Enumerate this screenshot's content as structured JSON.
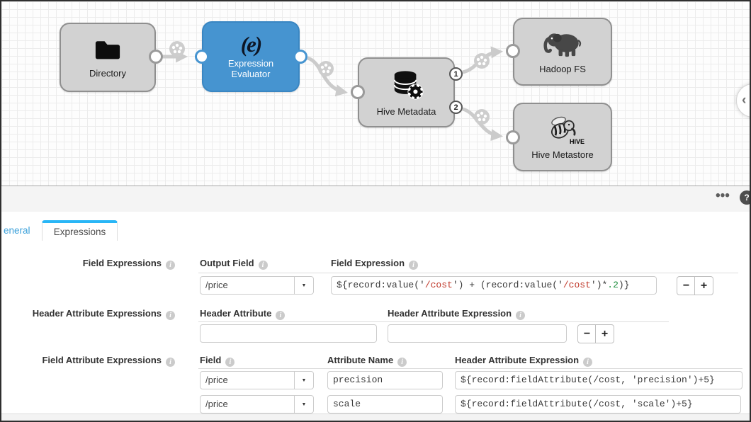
{
  "canvas": {
    "collapse_glyph": "‹",
    "nodes": [
      {
        "id": "directory",
        "label": "Directory"
      },
      {
        "id": "expression-evaluator",
        "label_line1": "Expression",
        "label_line2": "Evaluator",
        "label": "Expression Evaluator",
        "logo": "(e)",
        "selected": true
      },
      {
        "id": "hive-metadata",
        "label": "Hive Metadata"
      },
      {
        "id": "hadoop-fs",
        "label": "Hadoop FS"
      },
      {
        "id": "hive-metastore",
        "label": "Hive Metastore",
        "icon_text": "HIVE"
      }
    ],
    "output_port_labels": [
      "1",
      "2"
    ],
    "colors": {
      "selected_node": "#4694d0",
      "node_fill": "#d2d2d2",
      "link": "#cbcbcb"
    }
  },
  "toolbar": {
    "more_glyph": "•••",
    "help_glyph": "?"
  },
  "tabs": [
    {
      "label": "eneral",
      "active": false
    },
    {
      "label": "Expressions",
      "active": true
    }
  ],
  "icons": {
    "info_glyph": "i",
    "caret_glyph": "▼"
  },
  "form": {
    "remove_label": "−",
    "add_label": "+",
    "colors": {
      "code_red": "#c0392b",
      "code_green": "#1e8e3e",
      "tab_accent": "#29b6f6"
    },
    "sections": [
      {
        "title": "Field Expressions",
        "fields": [
          {
            "label": "Output Field",
            "value": "/price"
          },
          {
            "label": "Field Expression",
            "segments": [
              {
                "t": "${record:value('",
                "c": "plain"
              },
              {
                "t": "/cost",
                "c": "red"
              },
              {
                "t": "') + (record:value('",
                "c": "plain"
              },
              {
                "t": "/cost",
                "c": "red"
              },
              {
                "t": "')*",
                "c": "plain"
              },
              {
                "t": ".2",
                "c": "green"
              },
              {
                "t": ")}",
                "c": "plain"
              }
            ]
          }
        ]
      },
      {
        "title": "Header Attribute Expressions",
        "fields": [
          {
            "label": "Header Attribute",
            "value": ""
          },
          {
            "label": "Header Attribute Expression",
            "value": ""
          }
        ]
      },
      {
        "title": "Field Attribute Expressions",
        "columns": [
          {
            "label": "Field"
          },
          {
            "label": "Attribute Name"
          },
          {
            "label": "Header Attribute Expression"
          }
        ],
        "rows": [
          {
            "field": "/price",
            "attribute_name": "precision",
            "expression": "${record:fieldAttribute(/cost, 'precision')+5}"
          },
          {
            "field": "/price",
            "attribute_name": "scale",
            "expression": "${record:fieldAttribute(/cost, 'scale')+5}"
          }
        ]
      }
    ]
  }
}
